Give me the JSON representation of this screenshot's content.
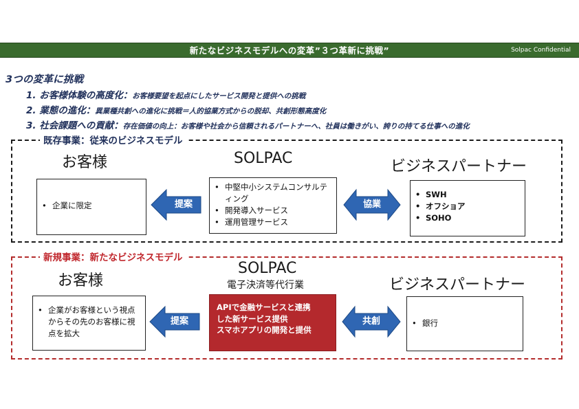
{
  "header": {
    "title": "新たなビジネスモデルへの変革”３つ革新に挑戦”",
    "confidential": "Solpac Confidential"
  },
  "challenges": {
    "title": "3つの変革に挑戦",
    "items": [
      {
        "num": "1.",
        "head": "お客様体験の高度化：",
        "desc": "お客様要望を起点にしたサービス開発と提供への挑戦"
      },
      {
        "num": "2.",
        "head": "業態の進化：",
        "desc": "異業種共創への進化に挑戦＝人的協業方式からの脱却、共創形態高度化"
      },
      {
        "num": "3.",
        "head": "社会課題への貢献：",
        "desc": "存在価値の向上：お客様や社会から信頼されるパートナーへ、社員は働きがい、誇りの持てる仕事への進化"
      }
    ]
  },
  "existing": {
    "label": "既存事業：従来のビジネスモデル",
    "customer_title": "お客様",
    "solpac_title": "SOLPAC",
    "partner_title": "ビジネスパートナー",
    "customer_items": [
      "企業に限定"
    ],
    "solpac_items": [
      "中堅中小システムコンサルティング",
      "開発導入サービス",
      "運用管理サービス"
    ],
    "partner_items": [
      "SWH",
      "オフショア",
      "SOHO"
    ],
    "arrow_left": "提案",
    "arrow_both": "協業"
  },
  "new_business": {
    "label": "新規事業：新たなビジネスモデル",
    "customer_title": "お客様",
    "solpac_title": "SOLPAC",
    "solpac_subtitle": "電子決済等代行業",
    "partner_title": "ビジネスパートナー",
    "customer_items": [
      "企業がお客様という視点からその先のお客様に視点を拡大"
    ],
    "solpac_lines": [
      "APIで金融サービスと連携",
      "した新サービス提供",
      "スマホアプリの開発と提供"
    ],
    "partner_items": [
      "銀行"
    ],
    "arrow_left": "提案",
    "arrow_both": "共創"
  },
  "colors": {
    "header_green": "#3a6b2e",
    "navy_text": "#1f2f5a",
    "red": "#c0262c",
    "arrow_blue": "#2f66b3"
  }
}
